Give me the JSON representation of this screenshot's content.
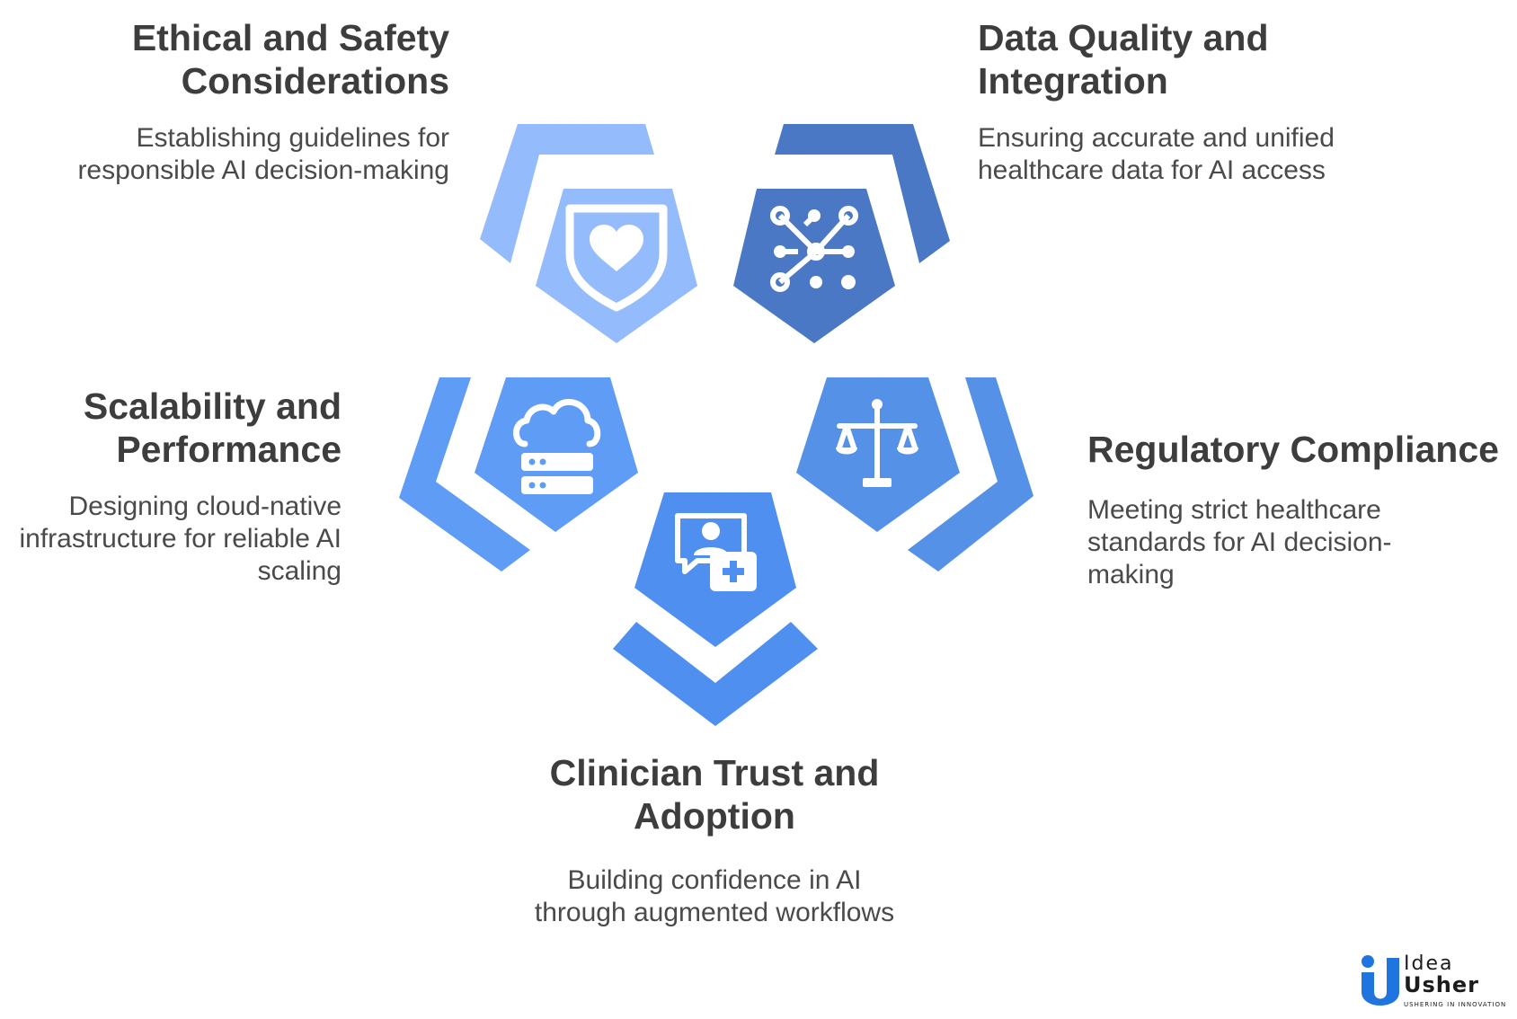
{
  "colors": {
    "ethical": "#94bbfb",
    "data": "#4a78c4",
    "scalability": "#5e9cf5",
    "regulatory": "#5591e6",
    "clinician": "#4f8ff0",
    "icon": "#ffffff",
    "logo_blue": "#1f74e0"
  },
  "items": [
    {
      "id": "ethical",
      "title_line1": "Ethical and Safety",
      "title_line2": "Considerations",
      "desc_line1": "Establishing guidelines for",
      "desc_line2": "responsible AI decision-making",
      "icon": "shield-heart-icon"
    },
    {
      "id": "data",
      "title_line1": "Data Quality and",
      "title_line2": "Integration",
      "desc_line1": "Ensuring accurate and unified",
      "desc_line2": "healthcare data for AI access",
      "icon": "network-nodes-icon"
    },
    {
      "id": "scalability",
      "title_line1": "Scalability and",
      "title_line2": "Performance",
      "desc_line1": "Designing cloud-native",
      "desc_line2": "infrastructure for reliable AI",
      "desc_line3": "scaling",
      "icon": "cloud-server-icon"
    },
    {
      "id": "regulatory",
      "title_line1": "Regulatory Compliance",
      "desc_line1": "Meeting strict healthcare",
      "desc_line2": "standards for AI decision-",
      "desc_line3": "making",
      "icon": "scales-icon"
    },
    {
      "id": "clinician",
      "title_line1": "Clinician Trust and",
      "title_line2": "Adoption",
      "desc_line1": "Building confidence in AI",
      "desc_line2": "through augmented workflows",
      "icon": "doctor-chat-icon"
    }
  ],
  "logo": {
    "line1": "Idea",
    "line2": "Usher",
    "tagline": "USHERING IN INNOVATION"
  }
}
